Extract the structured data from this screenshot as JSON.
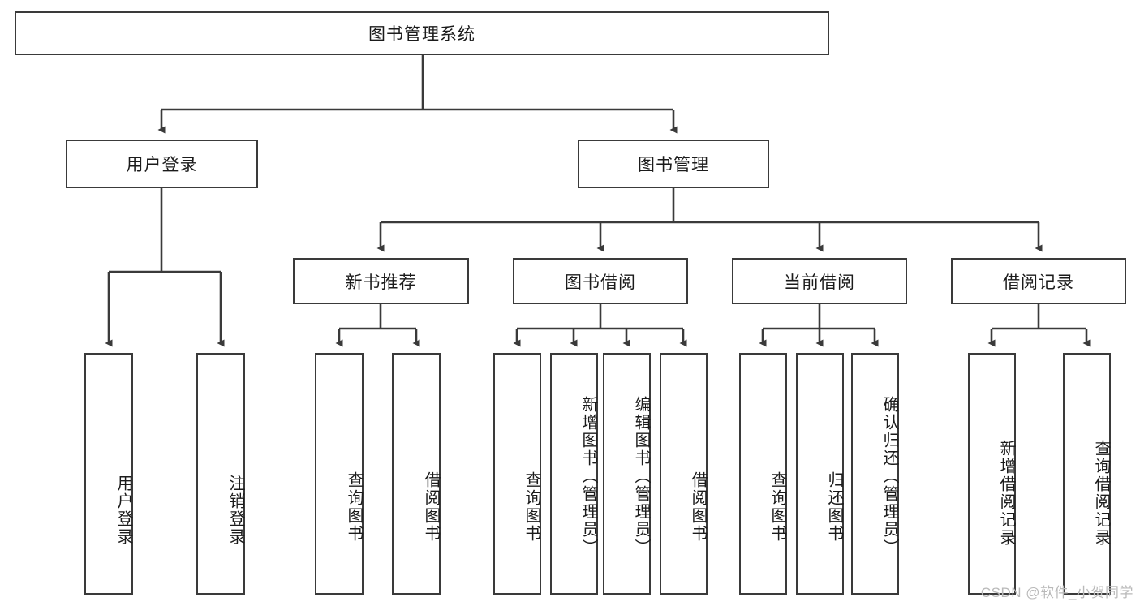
{
  "diagram": {
    "type": "tree",
    "title": "图书管理系统",
    "watermark": "CSDN @软件_小贺同学",
    "colors": {
      "stroke": "#3a3a3a",
      "fill": "#ffffff",
      "text": "#1b1b1b",
      "watermark": "#b9b9b9"
    },
    "nodes": {
      "root": {
        "label": "图书管理系统"
      },
      "level2": [
        {
          "id": "user-login",
          "label": "用户登录"
        },
        {
          "id": "book-management",
          "label": "图书管理"
        }
      ],
      "level3": [
        {
          "id": "new-book-recommend",
          "label": "新书推荐"
        },
        {
          "id": "book-borrow",
          "label": "图书借阅"
        },
        {
          "id": "current-borrow",
          "label": "当前借阅"
        },
        {
          "id": "borrow-record",
          "label": "借阅记录"
        }
      ],
      "leaves": [
        {
          "id": "leaf-user-login",
          "label": "用户登录",
          "parent": "user-login"
        },
        {
          "id": "leaf-logout-login",
          "label": "注销登录",
          "parent": "user-login"
        },
        {
          "id": "leaf-query-book-1",
          "label": "查询图书",
          "parent": "new-book-recommend"
        },
        {
          "id": "leaf-borrow-book-1",
          "label": "借阅图书",
          "parent": "new-book-recommend"
        },
        {
          "id": "leaf-query-book-2",
          "label": "查询图书",
          "parent": "book-borrow"
        },
        {
          "id": "leaf-add-book",
          "label": "新增图书（管理员）",
          "parent": "book-borrow"
        },
        {
          "id": "leaf-edit-book",
          "label": "编辑图书（管理员）",
          "parent": "book-borrow"
        },
        {
          "id": "leaf-borrow-book-2",
          "label": "借阅图书",
          "parent": "book-borrow"
        },
        {
          "id": "leaf-query-book-3",
          "label": "查询图书",
          "parent": "current-borrow"
        },
        {
          "id": "leaf-return-book",
          "label": "归还图书",
          "parent": "current-borrow"
        },
        {
          "id": "leaf-confirm-return",
          "label": "确认归还（管理员）",
          "parent": "current-borrow"
        },
        {
          "id": "leaf-add-record",
          "label": "新增借阅记录",
          "parent": "borrow-record"
        },
        {
          "id": "leaf-query-record",
          "label": "查询借阅记录",
          "parent": "borrow-record"
        }
      ]
    }
  }
}
